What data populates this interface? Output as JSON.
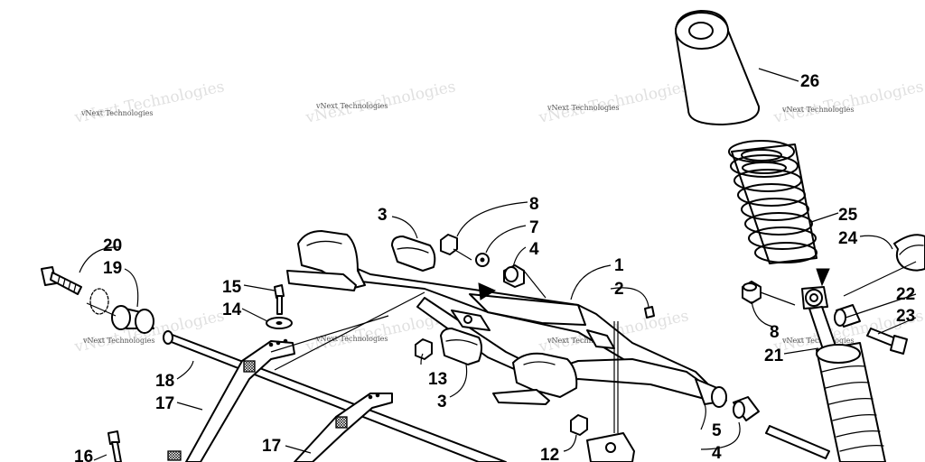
{
  "watermark": "vNext Technologies",
  "callouts": {
    "c1": "1",
    "c2": "2",
    "c3a": "3",
    "c3b": "3",
    "c4a": "4",
    "c4b": "4",
    "c5": "5",
    "c7": "7",
    "c8a": "8",
    "c8b": "8",
    "c12": "12",
    "c13": "13",
    "c14": "14",
    "c15": "15",
    "c16": "16",
    "c17a": "17",
    "c17b": "17",
    "c18": "18",
    "c19": "19",
    "c20": "20",
    "c21": "21",
    "c22": "22",
    "c23": "23",
    "c24": "24",
    "c25": "25",
    "c26": "26"
  }
}
